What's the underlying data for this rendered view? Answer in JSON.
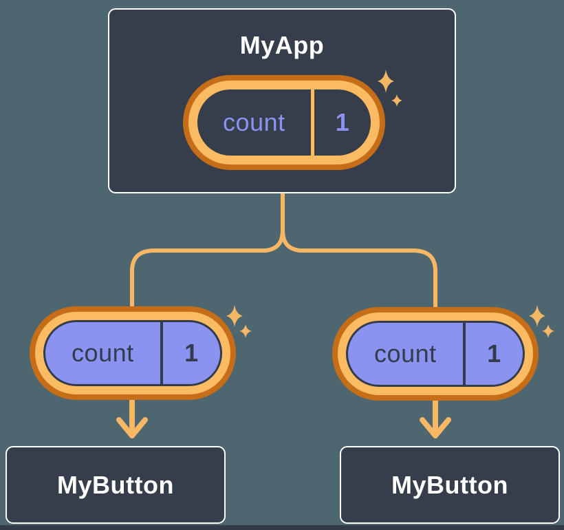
{
  "diagram": {
    "root": {
      "title": "MyApp",
      "state_pill": {
        "label": "count",
        "value": "1"
      }
    },
    "children": [
      {
        "pill": {
          "label": "count",
          "value": "1"
        },
        "box": {
          "title": "MyButton"
        }
      },
      {
        "pill": {
          "label": "count",
          "value": "1"
        },
        "box": {
          "title": "MyButton"
        }
      }
    ]
  },
  "icons": {
    "sparkle": "✦ four-point star",
    "arrow_down": "↓ open chevron arrow"
  },
  "colors": {
    "background": "#4E6670",
    "panel": "#363D4B",
    "panel_border": "#FFFFFF",
    "ring_outer": "#C56E17",
    "ring_inner": "#FABB62",
    "connector": "#F8B765",
    "sparkle": "#F3B765",
    "pill_fill": "#8A93F0",
    "pill_text_lavender": "#8A93F0",
    "pill_text_dark": "#333B4C",
    "title_text": "#FFFFFF",
    "bottom_strip": "#343B48"
  }
}
